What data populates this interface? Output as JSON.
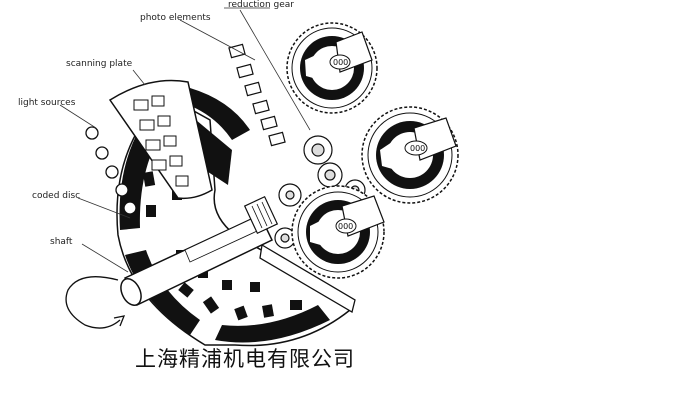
{
  "labels": {
    "reduction_gear": "reduction gear",
    "photo_elements": "photo elements",
    "scanning_plate": "scanning plate",
    "light_sources": "light sources",
    "coded_disc": "coded disc",
    "shaft": "shaft"
  },
  "gear_readings": {
    "top": "000",
    "right": "000",
    "bottom": "000"
  },
  "company_name": "上海精浦机电有限公司"
}
